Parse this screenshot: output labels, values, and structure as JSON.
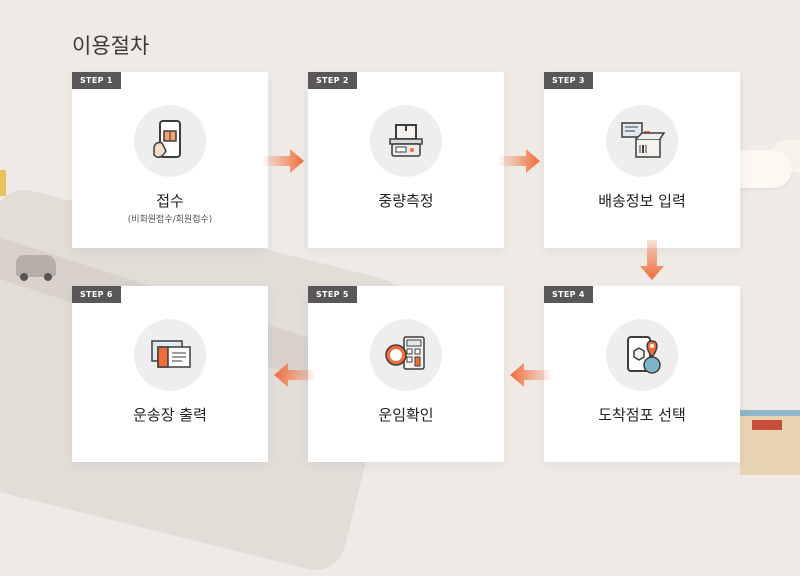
{
  "section_title": "이용절차",
  "colors": {
    "accent": "#f26c3a",
    "badge": "#595757",
    "background": "#efeae6"
  },
  "steps": [
    {
      "badge": "STEP 1",
      "label": "접수",
      "sub": "(비회원접수/회원접수)",
      "icon": "smartphone-package-icon"
    },
    {
      "badge": "STEP 2",
      "label": "중량측정",
      "sub": "",
      "icon": "weighing-scale-icon"
    },
    {
      "badge": "STEP 3",
      "label": "배송정보 입력",
      "sub": "",
      "icon": "shipping-info-box-icon"
    },
    {
      "badge": "STEP 4",
      "label": "도착점포 선택",
      "sub": "",
      "icon": "location-pin-icon"
    },
    {
      "badge": "STEP 5",
      "label": "운임확인",
      "sub": "",
      "icon": "calculator-icon"
    },
    {
      "badge": "STEP 6",
      "label": "운송장 출력",
      "sub": "",
      "icon": "waybill-ticket-icon"
    }
  ]
}
